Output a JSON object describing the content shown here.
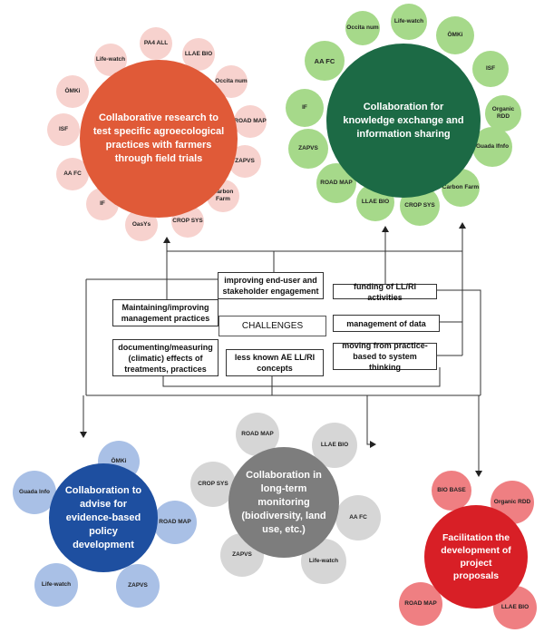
{
  "clusters": {
    "research": {
      "center": "Collaborative research to test specific agroecological practices with farmers through field trials",
      "color": "#e05a38",
      "petal_color": "#f7d2ce",
      "petals": [
        "Life-watch",
        "PA4 ALL",
        "LLAE BIO",
        "Occita num",
        "ROAD MAP",
        "ZAPVS",
        "Carbon Farm",
        "CROP SYS",
        "OasYs",
        "IF",
        "AA FC",
        "ISF",
        "ÖMKi"
      ]
    },
    "knowledge": {
      "center": "Collaboration for knowledge exchange and information sharing",
      "color": "#1c6a45",
      "petal_color": "#a6d98a",
      "petals": [
        "Occita num",
        "Life-watch",
        "ÖMKi",
        "AA FC",
        "ISF",
        "IF",
        "Organic RDD",
        "ZAPVS",
        "Guada lfnfo",
        "ROAD MAP",
        "Carbon Farm",
        "LLAE BIO",
        "CROP SYS"
      ]
    },
    "policy": {
      "center": "Collaboration to advise for evidence-based policy development",
      "color": "#1e4fa0",
      "petal_color": "#a9c0e6",
      "petals": [
        "ÖMKi",
        "Guada lnfo",
        "ROAD MAP",
        "Life-watch",
        "ZAPVS"
      ]
    },
    "monitoring": {
      "center": "Collaboration in long-term monitoring (biodiversity, land use, etc.)",
      "color": "#7d7d7d",
      "petal_color": "#d6d6d6",
      "petals": [
        "ROAD MAP",
        "LLAE BIO",
        "CROP SYS",
        "AA FC",
        "ZAPVS",
        "Life-watch"
      ]
    },
    "proposals": {
      "center": "Facilitation the development of project proposals",
      "color": "#d81f26",
      "petal_color": "#ef7f82",
      "petals": [
        "BIO BASE",
        "Organic RDD",
        "ROAD MAP",
        "LLAE BIO"
      ]
    }
  },
  "challenges": {
    "hub": "CHALLENGES",
    "items": {
      "engagement": "improving end-user and stakeholder engagement",
      "funding": "funding of LL/RI activities",
      "management": "Maintaining/improving management practices",
      "data": "management of data",
      "documenting": "documenting/measuring (climatic) effects of treatments, practices",
      "concepts": "less known AE LL/RI concepts",
      "system": "moving from practice-based to system thinking"
    }
  }
}
